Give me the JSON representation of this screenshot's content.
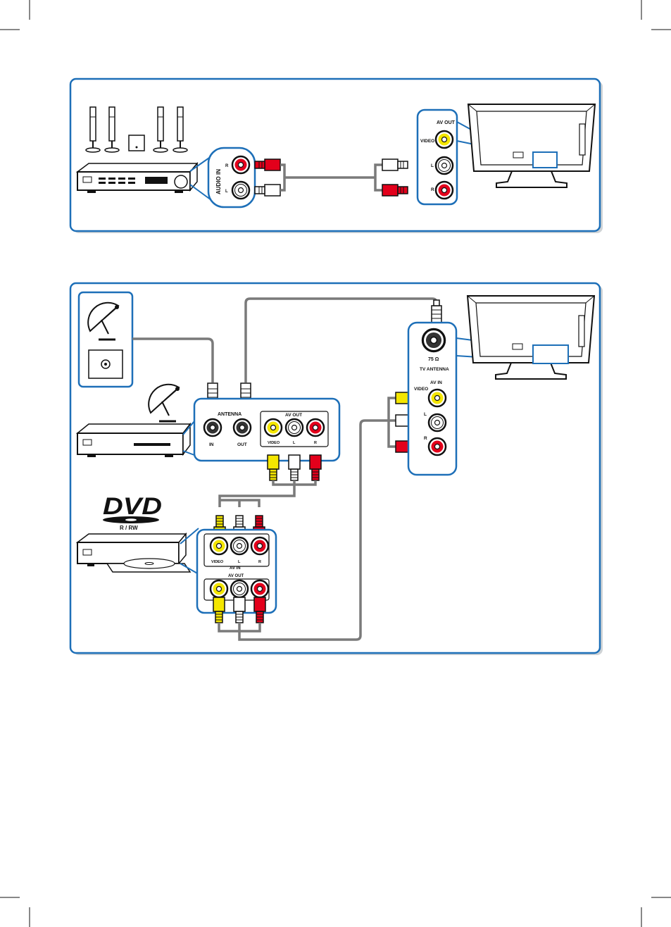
{
  "colors": {
    "panel_border": "#1d6fb8",
    "cable": "#7a7a7a",
    "jack_yellow": "#f4e600",
    "jack_white": "#ffffff",
    "jack_red": "#e3001b",
    "tv_highlight": "#1d6fb8"
  },
  "diagram1": {
    "amp_jacks": {
      "title": "AUDIO IN",
      "r": "R",
      "l": "L"
    },
    "tv_jacks": {
      "title": "AV OUT",
      "video": "VIDEO",
      "l": "L",
      "r": "R"
    }
  },
  "diagram2": {
    "receiver_antenna": {
      "title": "ANTENNA",
      "in": "IN",
      "out": "OUT"
    },
    "receiver_av": {
      "title": "AV OUT",
      "video": "VIDEO",
      "l": "L",
      "r": "R"
    },
    "tv_antenna": {
      "ohm": "75 Ω",
      "title": "TV ANTENNA"
    },
    "tv_av": {
      "title": "AV IN",
      "video": "VIDEO",
      "l": "L",
      "r": "R"
    },
    "dvd_logo": {
      "text": "DVD",
      "sub": "R / RW"
    },
    "dvd_av_in": {
      "title": "AV IN",
      "video": "VIDEO",
      "l": "L",
      "r": "R"
    },
    "dvd_av_out": {
      "title": "AV OUT"
    }
  },
  "icons": [
    "speaker-icon",
    "amplifier-icon",
    "tv-icon",
    "satellite-dish-icon",
    "wall-antenna-socket-icon",
    "satellite-receiver-icon",
    "dvd-recorder-icon",
    "rca-jack-icon",
    "rca-plug-icon",
    "coax-plug-icon"
  ]
}
